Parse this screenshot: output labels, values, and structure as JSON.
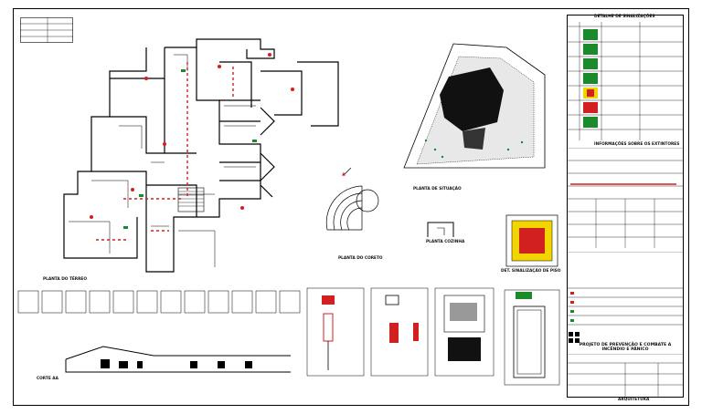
{
  "drawing": {
    "labels": {
      "planta_terreo": "PLANTA DO TÉRREO",
      "planta_coreto": "PLANTA DO CORETO",
      "planta_situacao": "PLANTA DE SITUAÇÃO",
      "corte_aa": "CORTE AA",
      "planta_cozinha": "PLANTA COZINHA",
      "sinalizacao_piso": "DET. SINALIZAÇÃO DE PISO"
    },
    "legend_header": "DETALHE DE SINALIZAÇÕES",
    "info_header": "INFORMAÇÕES SOBRE OS EXTINTORES",
    "title_block": {
      "project_title": "PROJETO DE PREVENÇÃO E COMBATE A INCÊNDIO E PÂNICO",
      "sheet_label": "ARQUITETURA"
    }
  },
  "colors": {
    "line": "#000000",
    "fire_red": "#d21f1f",
    "exit_green": "#1a8a2a",
    "hatch_gray": "#7a7a7a",
    "yellow": "#f2d400"
  },
  "icons": [
    "extintor-icon",
    "saida-icon",
    "hidrante-icon",
    "north-arrow-icon"
  ]
}
